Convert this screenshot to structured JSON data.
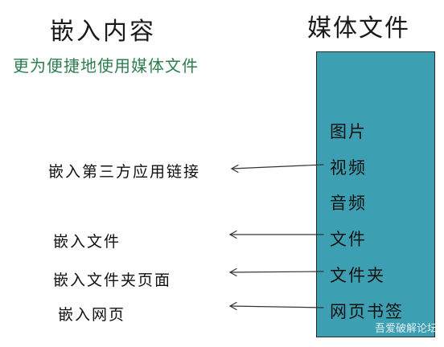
{
  "titles": {
    "left": "嵌入内容",
    "right": "媒体文件",
    "subtitle": "更为便捷地使用媒体文件"
  },
  "media_items": [
    "图片",
    "视频",
    "音频",
    "文件",
    "文件夹",
    "网页书签"
  ],
  "embed_items": [
    "嵌入第三方应用链接",
    "嵌入文件",
    "嵌入文件夹页面",
    "嵌入网页"
  ],
  "watermark": "吾爱破解论坛",
  "colors": {
    "box": "#3d9fb2",
    "subtitle": "#2e7d4f"
  }
}
